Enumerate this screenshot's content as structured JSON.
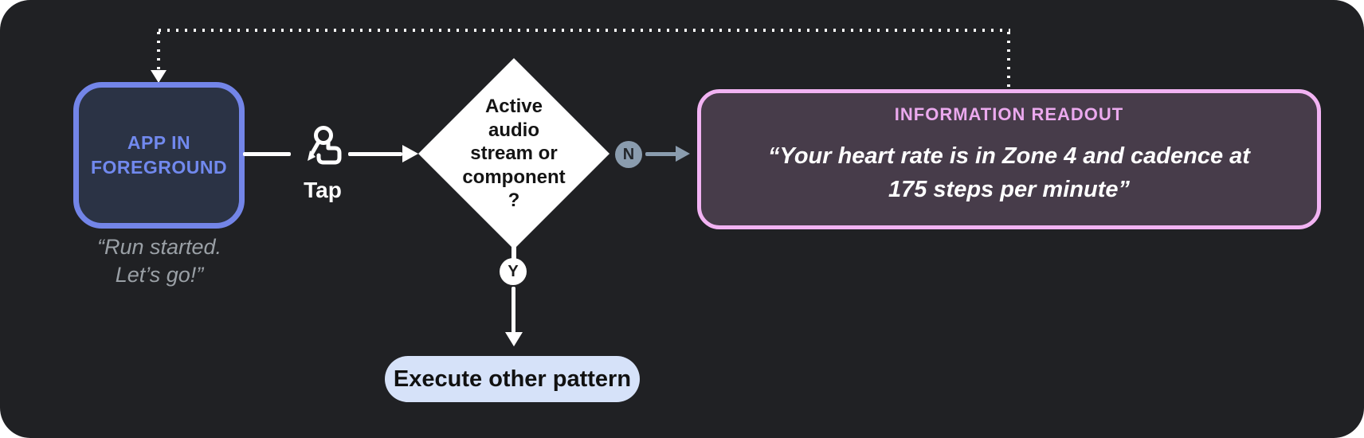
{
  "canvas": {
    "page_bg": "#ffffff",
    "panel_bg": "#202124"
  },
  "app_node": {
    "label": "APP IN\nFOREGROUND",
    "quote": "“Run started.\nLet’s go!”",
    "fill": "#2b3345",
    "border_color": "#7385e8",
    "text_color": "#7189ee",
    "quote_color": "#9aa0a6"
  },
  "tap": {
    "label": "Tap",
    "icon": "tap-gesture-icon",
    "color": "#ffffff"
  },
  "decision": {
    "label": "Active\naudio\nstream or\ncomponent\n?",
    "fill": "#ffffff",
    "text_color": "#141414"
  },
  "branch_no": {
    "badge_label": "N",
    "badge_bg": "#8a9cae",
    "arrow_color": "#8a9cae"
  },
  "branch_yes": {
    "badge_label": "Y",
    "badge_bg": "#ffffff"
  },
  "readout": {
    "title": "INFORMATION READOUT",
    "quote": "“Your heart rate is in Zone 4 and cadence at\n175 steps per minute”",
    "fill": "#473c4a",
    "border_color": "#f2b3f3",
    "title_color": "#eba9ee",
    "quote_color": "#ffffff"
  },
  "action_node": {
    "label": "Execute other pattern",
    "fill": "#d6e2f9",
    "text_color": "#111111"
  },
  "feedback_loop": {
    "style": "dotted",
    "color": "#ffffff"
  }
}
